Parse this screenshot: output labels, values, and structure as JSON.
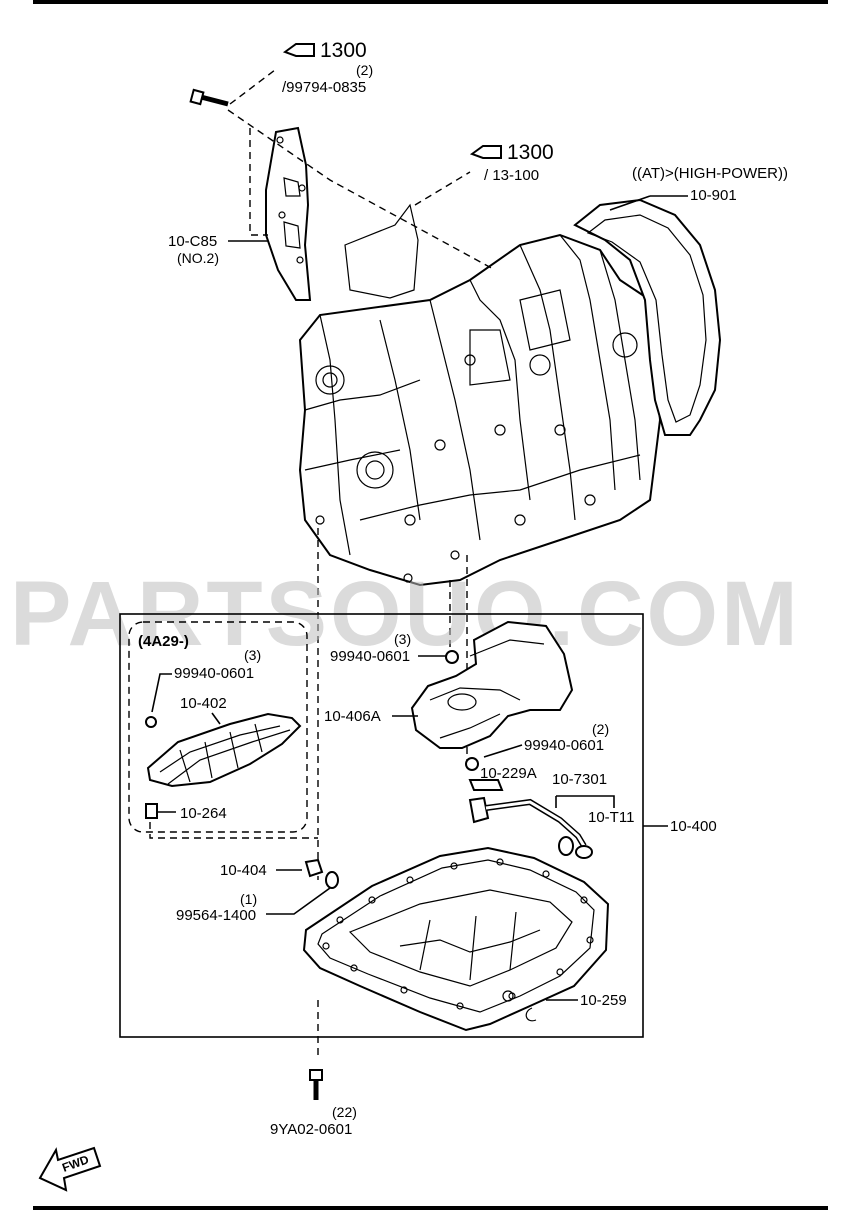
{
  "watermark": "PARTSOUQ.COM",
  "references": [
    {
      "id": "ref-1300-a",
      "code": "1300",
      "qty": "(2)",
      "sub": "/99794-0835"
    },
    {
      "id": "ref-1300-b",
      "code": "1300",
      "sub": "/ 13-100"
    }
  ],
  "variant_note": "((AT)>(HIGH-POWER))",
  "inset_title": "(4A29-)",
  "labels": {
    "p10_901": "10-901",
    "p10_c85": "10-C85",
    "p10_c85_note": "(NO.2)",
    "p99940_0601_inset": "99940-0601",
    "p99940_0601_inset_qty": "(3)",
    "p10_402": "10-402",
    "p10_264": "10-264",
    "p99940_0601_top": "99940-0601",
    "p99940_0601_top_qty": "(3)",
    "p10_406a": "10-406A",
    "p99940_0601_mid": "99940-0601",
    "p99940_0601_mid_qty": "(2)",
    "p10_229a": "10-229A",
    "p10_7301": "10-7301",
    "p10_t11": "10-T11",
    "p10_400": "10-400",
    "p10_404": "10-404",
    "p99564_1400": "99564-1400",
    "p99564_1400_qty": "(1)",
    "p10_259": "10-259",
    "p9ya02_0601": "9YA02-0601",
    "p9ya02_0601_qty": "(22)"
  },
  "fwd": "FWD"
}
